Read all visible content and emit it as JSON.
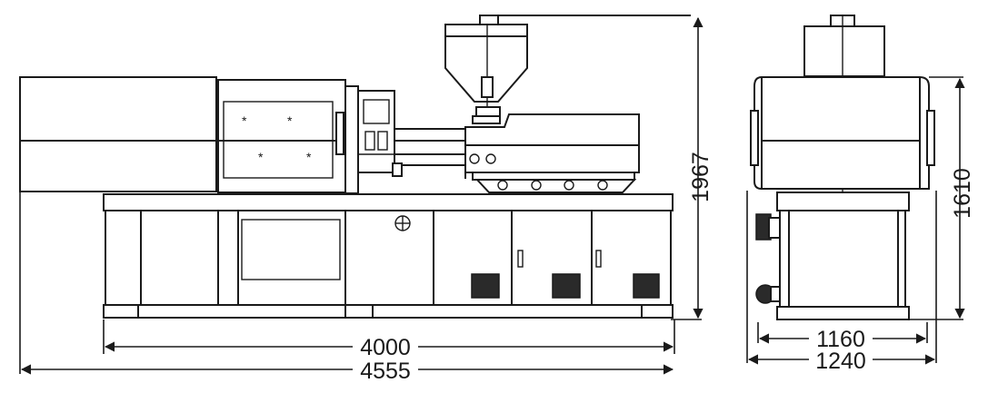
{
  "dimensions": {
    "front_length": "4000",
    "overall_length": "4555",
    "overall_height": "1967",
    "side_height": "1610",
    "side_base_width": "1160",
    "side_overall_width": "1240"
  },
  "colors": {
    "line": "#1a1a1a",
    "background": "#ffffff",
    "fill_dark": "#2a2a2a"
  }
}
